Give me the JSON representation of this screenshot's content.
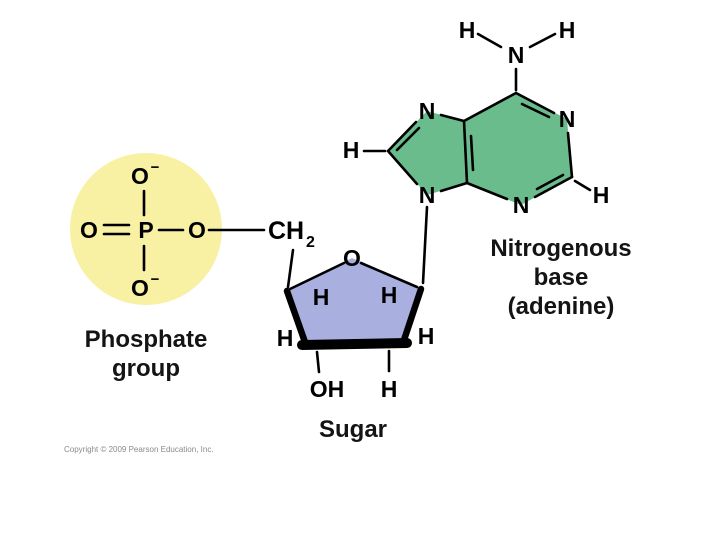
{
  "colors": {
    "phosphate_circle": "#f8f0a3",
    "sugar_pentagon": "#a9b0e0",
    "base_rings": "#6abc8d"
  },
  "phosphate": {
    "label_line1": "Phosphate",
    "label_line2": "group",
    "o_top": "O",
    "o_top_charge": "−",
    "o_left": "O",
    "p": "P",
    "o_right": "O",
    "o_bottom": "O",
    "o_bottom_charge": "−"
  },
  "linker": {
    "ch": "CH",
    "sub": "2"
  },
  "sugar": {
    "label": "Sugar",
    "ring_o": "O",
    "h_inner_left": "H",
    "h_inner_right": "H",
    "h_outer_left": "H",
    "h_outer_right": "H",
    "oh": "OH",
    "h_bottom": "H"
  },
  "base": {
    "label_line1": "Nitrogenous",
    "label_line2": "base",
    "label_line3": "(adenine)",
    "amine_n": "N",
    "amine_h_left": "H",
    "amine_h_right": "H",
    "n1": "N",
    "n3": "N",
    "n7": "N",
    "n9": "N",
    "c8_h": "H",
    "c2_h": "H"
  },
  "footer": {
    "copyright": "Copyright © 2009 Pearson Education, Inc."
  }
}
